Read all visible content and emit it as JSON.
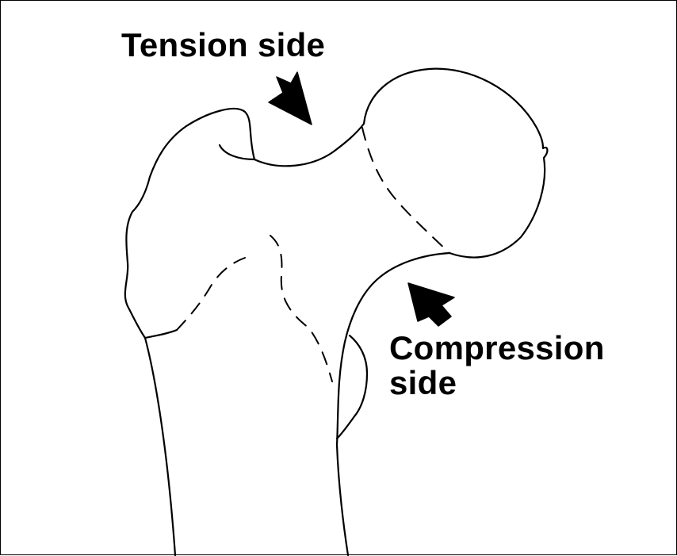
{
  "diagram": {
    "labels": {
      "tension": "Tension side",
      "compression_line1": "Compression",
      "compression_line2": "side"
    },
    "stroke_color": "#000000",
    "background_color": "#ffffff"
  }
}
